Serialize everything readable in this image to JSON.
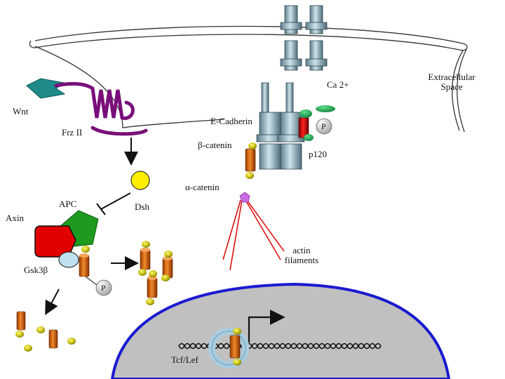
{
  "labels": {
    "wnt": "Wnt",
    "frz": "Frz II",
    "ecadherin": "E-Cadherin",
    "bcatenin": "β-catenin",
    "acatenin": "α-catenin",
    "ca": "Ca 2+",
    "extracellular_line1": "Extracellular",
    "extracellular_line2": "Space",
    "p120": "p120",
    "apc": "APC",
    "axin": "Axin",
    "dsh": "Dsh",
    "gsk": "Gsk3β",
    "actin_line1": "actin",
    "actin_line2": "filaments",
    "tcf": "Tcf/Lef",
    "p_upper": "P",
    "p_lower": "P"
  },
  "colors": {
    "membrane": "#333333",
    "wnt": "#1f8a8a",
    "receptor": "#7a0f7a",
    "catenin_body": "#e06a10",
    "catenin_head": "#d8d020",
    "apc": "#1e9a1e",
    "axin": "#e00000",
    "gsk": "#bfe0ef",
    "dsh": "#ffee00",
    "acatenin": "#c86be0",
    "actin": "#dd1111",
    "nucleus_fill": "#c0c0c0",
    "nucleus_edge": "#1a1ad0",
    "p120": "#14a050",
    "cadherin": "#8fb4c2"
  }
}
